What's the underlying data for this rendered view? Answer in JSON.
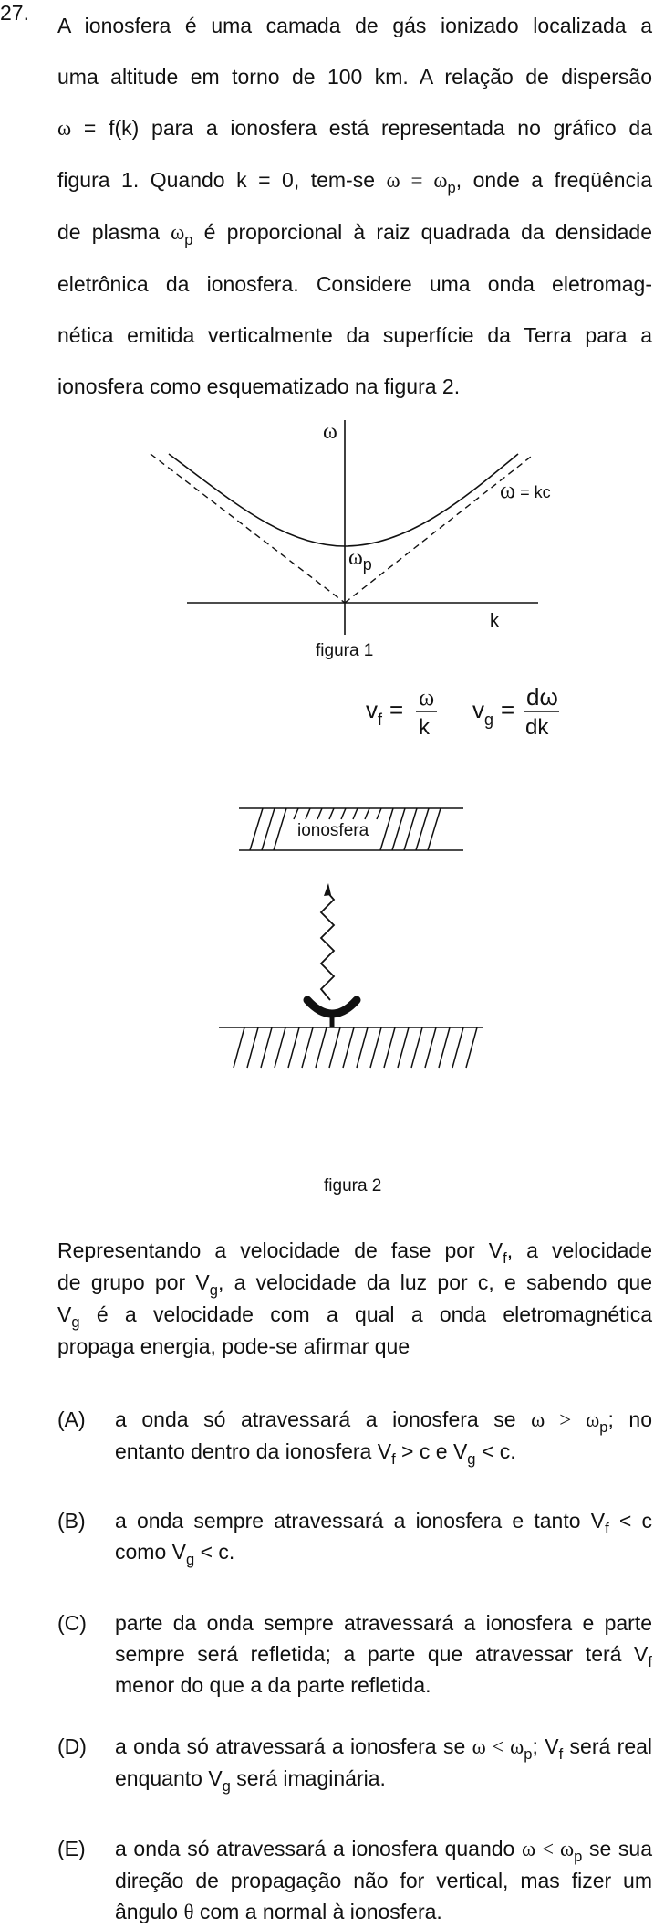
{
  "question": {
    "number": "27.",
    "intro": {
      "l1": "A ionosfera é uma camada de gás ionizado localizada a",
      "l2": "uma altitude em torno de 100 km. A relação de dispersão",
      "l3_omega": "ω",
      "l3_a": " = f(k) para a ionosfera está representada no gráfico da",
      "l4_a": "figura 1. Quando k = 0, tem-se ",
      "l4_omega": "ω = ω",
      "l4_sub": "p",
      "l4_b": ", onde a freqüência",
      "l5_a": "de plasma ",
      "l5_omega": "ω",
      "l5_sub": "p",
      "l5_b": " é proporcional à raiz quadrada da densidade",
      "l6": "eletrônica da ionosfera. Considere uma onda eletromag-",
      "l7": "nética emitida verticalmente da superfície da Terra para a",
      "l8": "ionosfera como esquematizado na figura 2."
    }
  },
  "figure1": {
    "y_axis_label": "ω",
    "asymptote_label_omega": "ω",
    "asymptote_label_rest": " = kc",
    "intercept_label_omega": "ω",
    "intercept_label_sub": "p",
    "x_axis_label": "k",
    "caption": "figura 1"
  },
  "formulas": {
    "vf_v": "v",
    "vf_sub": "f",
    "eq": "=",
    "vf_num": "ω",
    "vf_den": "k",
    "vg_v": "v",
    "vg_sub": "g",
    "vg_num": "dω",
    "vg_den": "dk"
  },
  "figure2": {
    "ionosphere_label": "ionosfera",
    "caption": "figura 2"
  },
  "lead": {
    "l1_a": "Representando a velocidade de fase por V",
    "l1_sub": "f",
    "l1_b": ", a velocidade",
    "l2_a": "de grupo por V",
    "l2_sub": "g",
    "l2_b": ", a velocidade da luz por c, e sabendo que",
    "l3_a": "V",
    "l3_sub": "g",
    "l3_b": " é a velocidade com a qual a onda eletromagnética",
    "l4": "propaga energia, pode-se afirmar que"
  },
  "options": {
    "A": {
      "label": "(A)",
      "a": "a onda só atravessará a ionosfera se ",
      "math": "ω > ω",
      "sub": "p",
      "b": "; no",
      "c": "entanto dentro da ionosfera V",
      "sub2": "f",
      "d": " > c  e V",
      "sub3": "g",
      "e": " < c."
    },
    "B": {
      "label": "(B)",
      "a": "a onda sempre atravessará a ionosfera e tanto V",
      "sub": "f",
      "b": " < c",
      "c": "como V",
      "sub2": "g",
      "d": " < c."
    },
    "C": {
      "label": "(C)",
      "a": "parte da onda sempre atravessará a ionosfera e parte sempre será refletida; a parte que atravessar terá V",
      "sub": "f",
      "b": " menor do que a da parte refletida."
    },
    "D": {
      "label": "(D)",
      "a": "a onda só atravessará a ionosfera se ",
      "math": "ω < ω",
      "sub": "p",
      "b": "; V",
      "sub2": "f",
      "c": " será real enquanto V",
      "sub3": "g",
      "d": " será imaginária."
    },
    "E": {
      "label": "(E)",
      "a": "a onda só atravessará a ionosfera quando ",
      "math": "ω < ω",
      "sub": "p",
      "b": " se sua direção de propagação não for vertical, mas fizer um ângulo ",
      "theta": "θ",
      "c": " com a normal à ionosfera."
    }
  }
}
